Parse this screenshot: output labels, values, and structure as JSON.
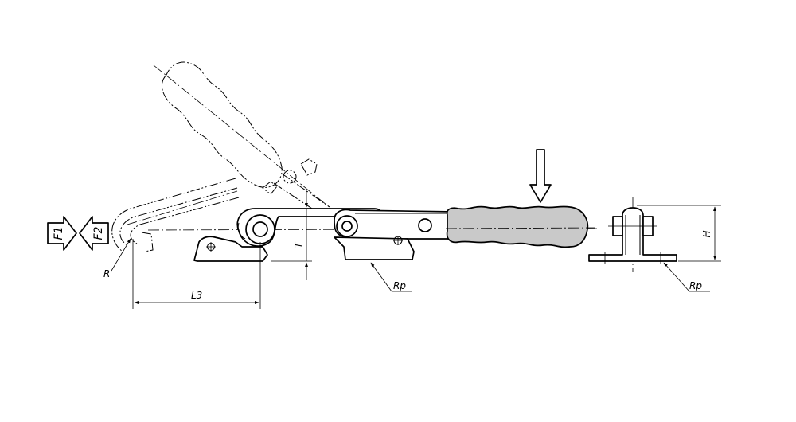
{
  "labels": {
    "force_1": "F1",
    "force_2": "F2",
    "radius": "R",
    "length_3": "L3",
    "thickness": "T",
    "radius_plate_side": "Rp",
    "radius_plate_front": "Rp",
    "height": "H"
  }
}
